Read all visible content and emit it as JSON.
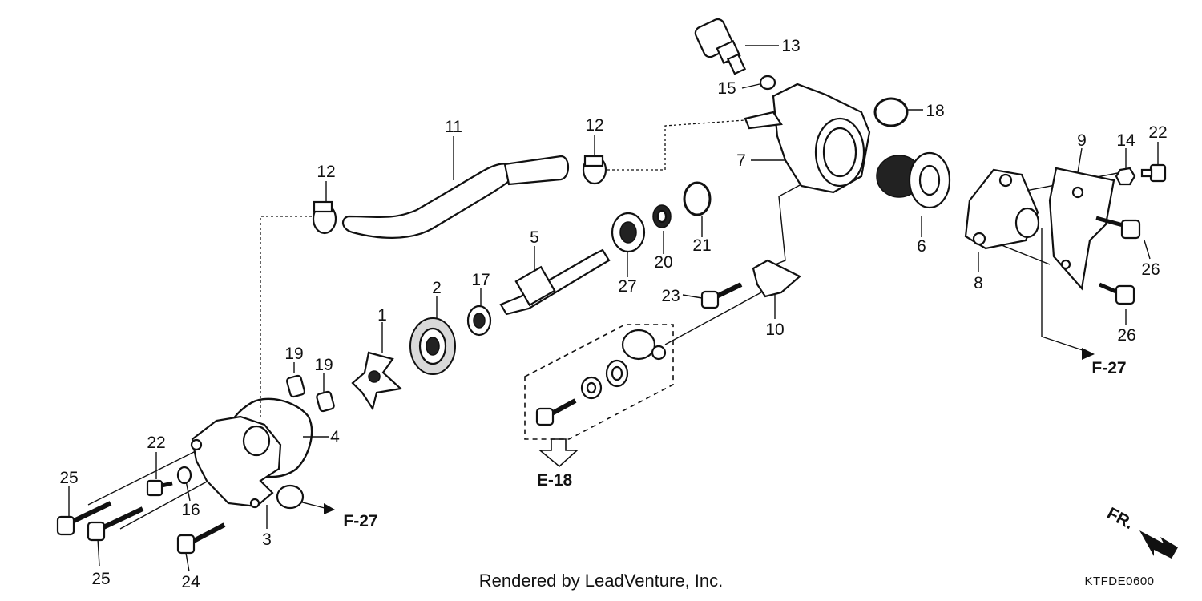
{
  "diagram": {
    "part_labels": {
      "p1": "1",
      "p2": "2",
      "p3": "3",
      "p4": "4",
      "p5": "5",
      "p6": "6",
      "p7": "7",
      "p8": "8",
      "p9": "9",
      "p10": "10",
      "p11": "11",
      "p12a": "12",
      "p12b": "12",
      "p13": "13",
      "p14": "14",
      "p15": "15",
      "p16": "16",
      "p17": "17",
      "p18": "18",
      "p19a": "19",
      "p19b": "19",
      "p20": "20",
      "p21": "21",
      "p22a": "22",
      "p22b": "22",
      "p23": "23",
      "p24": "24",
      "p25a": "25",
      "p25b": "25",
      "p26a": "26",
      "p26b": "26",
      "p27": "27"
    },
    "references": {
      "f27_left": "F-27",
      "f27_right": "F-27",
      "e18": "E-18",
      "front": "FR."
    },
    "footer": {
      "credit": "Rendered by LeadVenture, Inc.",
      "diagram_code": "KTFDE0600"
    }
  }
}
